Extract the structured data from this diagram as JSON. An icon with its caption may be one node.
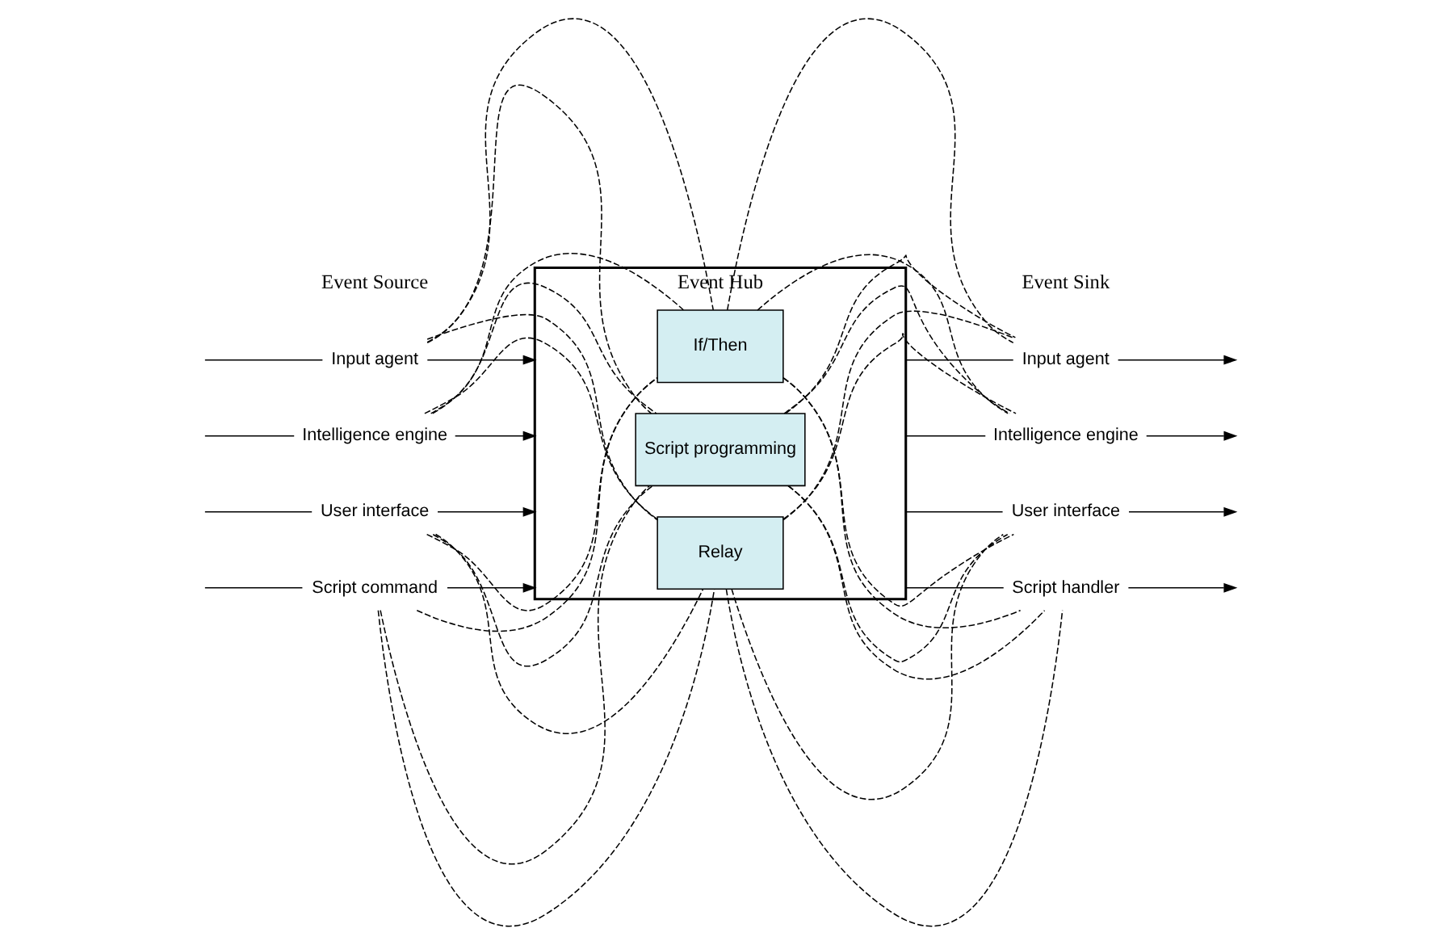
{
  "diagram": {
    "nodes": [
      {
        "text": [
          "Input agent"
        ]
      },
      {
        "text": [
          "Intelligence engine"
        ]
      },
      {
        "text": [
          "User interface"
        ]
      },
      {
        "text": [
          "Script command"
        ]
      },
      {
        "text": [
          "Event Hub"
        ]
      },
      {
        "text": [
          "Relay"
        ],
        "in": 4
      },
      {
        "text": [
          "If/Then"
        ],
        "in": 4
      },
      {
        "text": [
          "Script programming"
        ],
        "in": 4
      },
      {
        "text": [
          "Input agent"
        ]
      },
      {
        "text": [
          "Intelligence engine"
        ]
      },
      {
        "text": [
          "User interface"
        ]
      },
      {
        "text": [
          "Script handler"
        ]
      }
    ],
    "edges": [
      {
        "from": null,
        "to": 0,
        "arrow": "none"
      },
      {
        "from": null,
        "to": 1,
        "arrow": "none"
      },
      {
        "from": null,
        "to": 2,
        "arrow": "none"
      },
      {
        "from": null,
        "to": 3,
        "arrow": "none"
      },
      {
        "from": 0,
        "to": 4,
        "arrow": "to"
      },
      {
        "from": 1,
        "to": 4,
        "arrow": "to"
      },
      {
        "from": 2,
        "to": 4,
        "arrow": "to"
      },
      {
        "from": 3,
        "to": 4,
        "arrow": "to"
      },
      {
        "from": 0,
        "to": 5,
        "arrow": "none",
        "style": "dashed"
      },
      {
        "from": 0,
        "to": 6,
        "arrow": "none",
        "style": "dashed"
      },
      {
        "from": 0,
        "to": 7,
        "arrow": "none",
        "style": "dashed"
      },
      {
        "from": 1,
        "to": 5,
        "arrow": "none",
        "style": "dashed"
      },
      {
        "from": 1,
        "to": 6,
        "arrow": "none",
        "style": "dashed"
      },
      {
        "from": 1,
        "to": 7,
        "arrow": "none",
        "style": "dashed"
      },
      {
        "from": 2,
        "to": 5,
        "arrow": "none",
        "style": "dashed"
      },
      {
        "from": 2,
        "to": 6,
        "arrow": "none",
        "style": "dashed"
      },
      {
        "from": 2,
        "to": 7,
        "arrow": "none",
        "style": "dashed"
      },
      {
        "from": 3,
        "to": 5,
        "arrow": "none",
        "style": "dashed"
      },
      {
        "from": 3,
        "to": 6,
        "arrow": "none",
        "style": "dashed"
      },
      {
        "from": 3,
        "to": 7,
        "arrow": "none",
        "style": "dashed"
      },
      {
        "from": 5,
        "to": 8,
        "arrow": "none",
        "style": "dashed"
      },
      {
        "from": 5,
        "to": 9,
        "arrow": "none",
        "style": "dashed"
      },
      {
        "from": 5,
        "to": 10,
        "arrow": "none",
        "style": "dashed"
      },
      {
        "from": 5,
        "to": 11,
        "arrow": "none",
        "style": "dashed"
      },
      {
        "from": 6,
        "to": 8,
        "arrow": "none",
        "style": "dashed"
      },
      {
        "from": 6,
        "to": 9,
        "arrow": "none",
        "style": "dashed"
      },
      {
        "from": 6,
        "to": 10,
        "arrow": "none",
        "style": "dashed"
      },
      {
        "from": 6,
        "to": 11,
        "arrow": "none",
        "style": "dashed"
      },
      {
        "from": 7,
        "to": 8,
        "arrow": "none",
        "style": "dashed"
      },
      {
        "from": 7,
        "to": 9,
        "arrow": "none",
        "style": "dashed"
      },
      {
        "from": 7,
        "to": 10,
        "arrow": "none",
        "style": "dashed"
      },
      {
        "from": 7,
        "to": 11,
        "arrow": "none",
        "style": "dashed"
      },
      {
        "from": 4,
        "to": 8,
        "arrow": "none"
      },
      {
        "from": 4,
        "to": 9,
        "arrow": "none"
      },
      {
        "from": 4,
        "to": 10,
        "arrow": "none"
      },
      {
        "from": 4,
        "to": 11,
        "arrow": "none"
      },
      {
        "from": 8,
        "to": null,
        "arrow": "to"
      },
      {
        "from": 9,
        "to": null,
        "arrow": "to"
      },
      {
        "from": 10,
        "to": null,
        "arrow": "to"
      },
      {
        "from": 11,
        "to": null,
        "arrow": "to"
      }
    ],
    "labels": [
      "Event Source",
      "Event Sink"
    ]
  }
}
